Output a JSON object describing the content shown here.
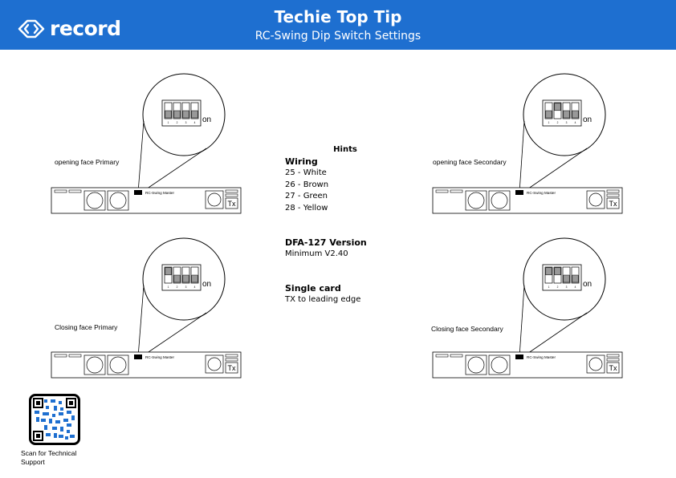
{
  "header": {
    "brand": "record",
    "title": "Techie Top Tip",
    "subtitle": "RC-Swing Dip Switch Settings",
    "color": "#1e6fd0"
  },
  "panels": [
    {
      "id": "tl",
      "label": "opening face Primary",
      "on_label": "on",
      "controller_label": "RC-Swing Master",
      "tx_label": "Tx",
      "switch_numbers": [
        "1",
        "2",
        "3",
        "4"
      ],
      "switches_on": [
        false,
        false,
        false,
        false
      ]
    },
    {
      "id": "tr",
      "label": "opening face Secondary",
      "on_label": "on",
      "controller_label": "RC-Swing Master",
      "tx_label": "Tx",
      "switch_numbers": [
        "1",
        "2",
        "3",
        "4"
      ],
      "switches_on": [
        false,
        true,
        false,
        false
      ]
    },
    {
      "id": "bl",
      "label": "Closing face Primary",
      "on_label": "on",
      "controller_label": "RC-Swing Master",
      "tx_label": "Tx",
      "switch_numbers": [
        "1",
        "2",
        "3",
        "4"
      ],
      "switches_on": [
        true,
        false,
        false,
        false
      ]
    },
    {
      "id": "br",
      "label": "Closing face Secondary",
      "on_label": "on",
      "controller_label": "RC-Swing Master",
      "tx_label": "Tx",
      "switch_numbers": [
        "1",
        "2",
        "3",
        "4"
      ],
      "switches_on": [
        true,
        true,
        false,
        false
      ]
    }
  ],
  "hints": {
    "title": "Hints",
    "wiring_heading": "Wiring",
    "wiring": [
      "25 - White",
      "26 - Brown",
      "27 - Green",
      "28 - Yellow"
    ],
    "version_heading": "DFA-127 Version",
    "version_text": "Minimum V2.40",
    "single_heading": "Single card",
    "single_text": "TX to leading edge"
  },
  "support": {
    "caption": "Scan for Technical Support"
  }
}
